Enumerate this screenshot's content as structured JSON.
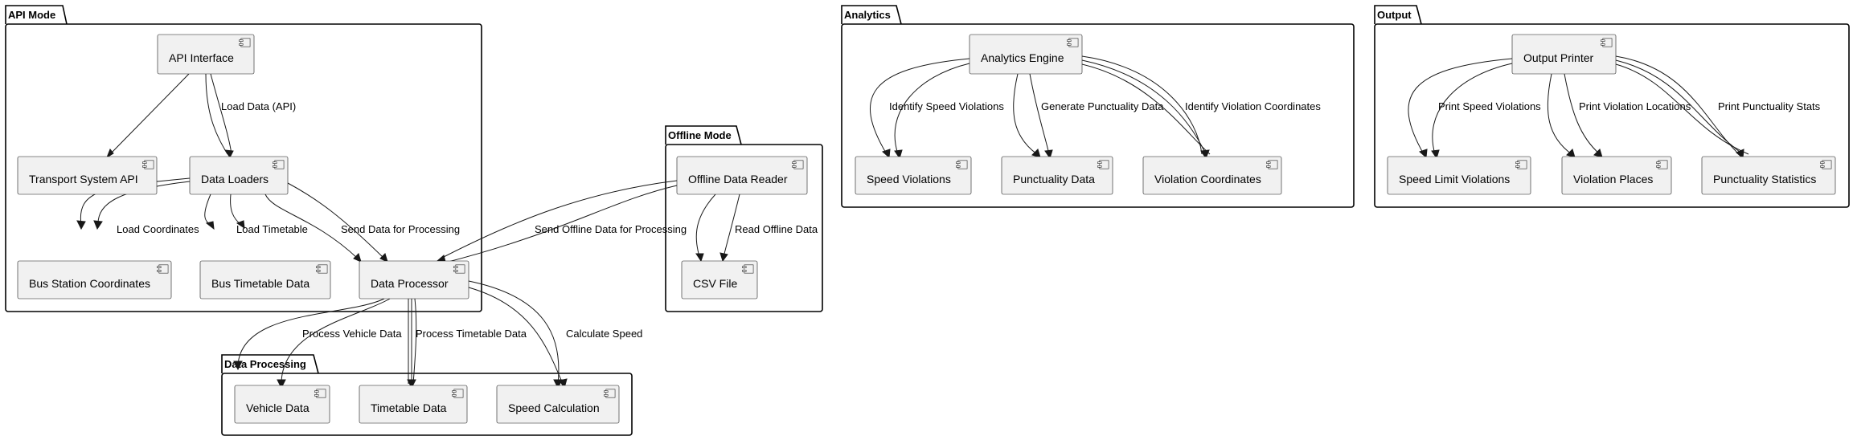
{
  "packages": {
    "api_mode": "API Mode",
    "offline_mode": "Offline Mode",
    "analytics": "Analytics",
    "output": "Output",
    "data_processing": "Data Processing"
  },
  "components": {
    "api_interface": "API Interface",
    "transport_system_api": "Transport System API",
    "data_loaders": "Data Loaders",
    "bus_station_coordinates": "Bus Station Coordinates",
    "bus_timetable_data": "Bus Timetable Data",
    "data_processor": "Data Processor",
    "offline_data_reader": "Offline Data Reader",
    "csv_file": "CSV File",
    "analytics_engine": "Analytics Engine",
    "speed_violations": "Speed Violations",
    "punctuality_data": "Punctuality Data",
    "violation_coordinates": "Violation Coordinates",
    "output_printer": "Output Printer",
    "speed_limit_violations": "Speed Limit Violations",
    "violation_places": "Violation Places",
    "punctuality_statistics": "Punctuality Statistics",
    "vehicle_data": "Vehicle Data",
    "timetable_data": "Timetable Data",
    "speed_calculation": "Speed Calculation"
  },
  "edges": {
    "load_data_api": "Load Data (API)",
    "load_coordinates": "Load Coordinates",
    "load_timetable": "Load Timetable",
    "send_data_for_processing": "Send Data for Processing",
    "send_offline_data_for_processing": "Send Offline Data for Processing",
    "read_offline_data": "Read Offline Data",
    "identify_speed_violations": "Identify Speed Violations",
    "generate_punctuality_data": "Generate Punctuality Data",
    "identify_violation_coordinates": "Identify Violation Coordinates",
    "print_speed_violations": "Print Speed Violations",
    "print_violation_locations": "Print Violation Locations",
    "print_punctuality_stats": "Print Punctuality Stats",
    "process_vehicle_data": "Process Vehicle Data",
    "process_timetable_data": "Process Timetable Data",
    "calculate_speed": "Calculate Speed"
  }
}
